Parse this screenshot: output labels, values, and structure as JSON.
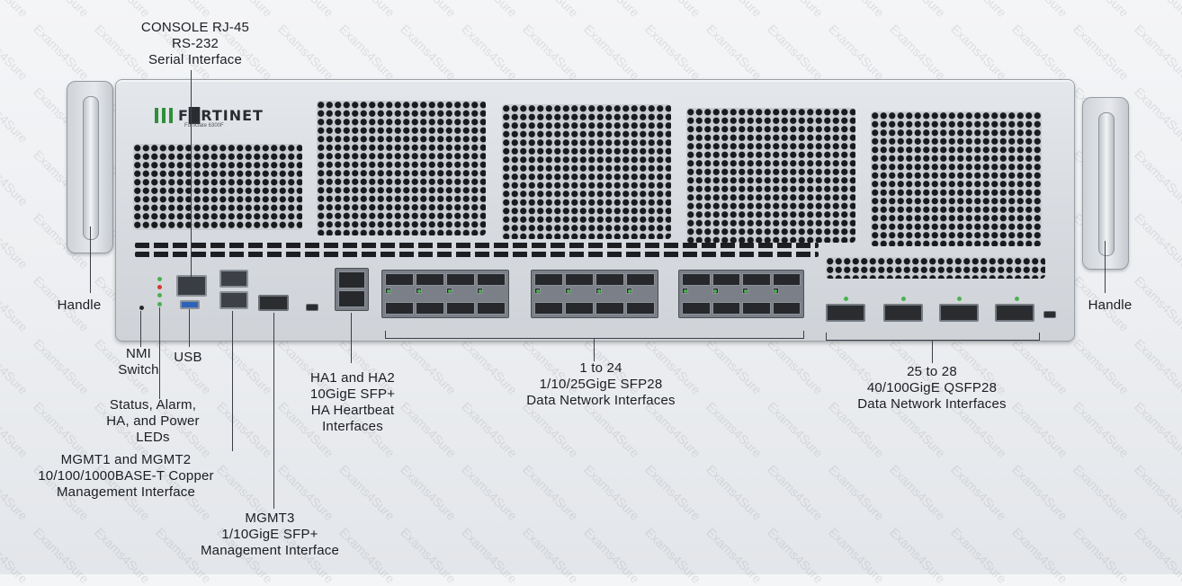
{
  "labels": {
    "console": [
      "CONSOLE RJ-45",
      "RS-232",
      "Serial Interface"
    ],
    "handle_left": "Handle",
    "handle_right": "Handle",
    "nmi": [
      "NMI",
      "Switch"
    ],
    "usb": "USB",
    "leds": [
      "Status, Alarm,",
      "HA, and Power",
      "LEDs"
    ],
    "mgmt12": [
      "MGMT1 and MGMT2",
      "10/100/1000BASE-T Copper",
      "Management Interface"
    ],
    "mgmt3": [
      "MGMT3",
      "1/10GigE SFP+",
      "Management Interface"
    ],
    "ha": [
      "HA1 and HA2",
      "10GigE SFP+",
      "HA Heartbeat",
      "Interfaces"
    ],
    "data_1_24": [
      "1 to 24",
      "1/10/25GigE SFP28",
      "Data Network Interfaces"
    ],
    "data_25_28": [
      "25 to 28",
      "40/100GigE QSFP28",
      "Data Network Interfaces"
    ]
  },
  "device": {
    "brand": "F█RTINET",
    "model": "FortiGate 6300F"
  },
  "colors": {
    "led_green": "#4caf50",
    "led_red": "#d9372b",
    "logo_green": "#2f8f3a"
  },
  "watermark": "Exams4Sure"
}
